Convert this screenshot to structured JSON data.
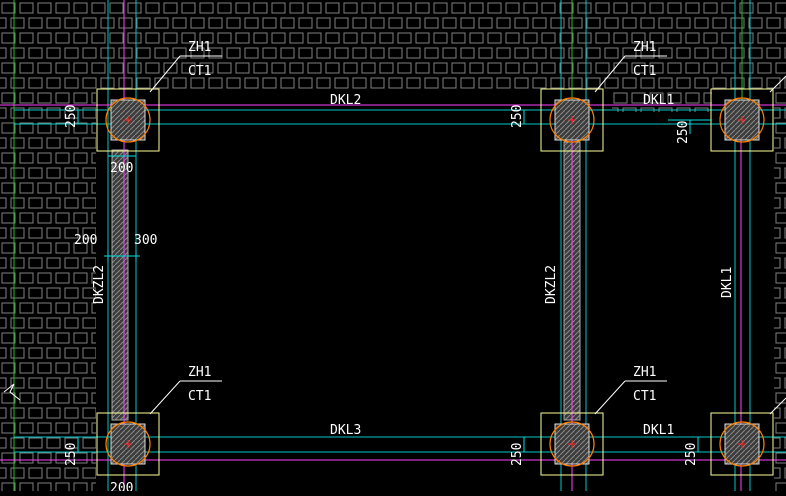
{
  "colors": {
    "background": "#000000",
    "grid_pattern": "#7f7f7f",
    "beam_line": "#00c8c8",
    "axis_line": "#ff40ff",
    "cap_outline": "#ffff9a",
    "pile_fill": "#4a4a4a",
    "pile_ring": "#ff8000",
    "center_mark": "#ff2020",
    "green_line": "#20c020",
    "text": "#ffffff",
    "dim_line": "#00e0e0"
  },
  "labels": {
    "cap_zh1": "ZH1",
    "cap_ct1": "CT1",
    "beam_top": "DKL2",
    "beam_top_right": "DKL1",
    "beam_bottom": "DKL3",
    "beam_bottom_right": "DKL1",
    "beam_left_vertical": "DKZL2",
    "beam_mid_vertical": "DKZL2",
    "beam_right_vertical": "DKL1",
    "dim_250": "250",
    "dim_200": "200",
    "dim_300": "300"
  },
  "icons": {
    "cap": "pile-cap-icon",
    "axis_mark": "axis-marker-icon"
  }
}
